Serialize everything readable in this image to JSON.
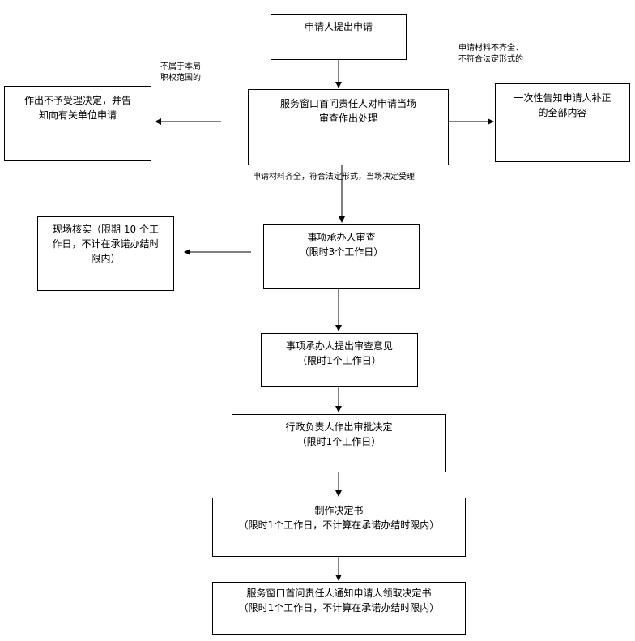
{
  "boxes": {
    "apply": "申请人提出申请",
    "window_review": [
      "服务窗口首问责任人对申请当场",
      "审查作出处理"
    ],
    "reject": [
      "作出不予受理决定，并告",
      "知向有关单位申请"
    ],
    "supplement": [
      "一次性告知申请人补正",
      "的全部内容"
    ],
    "staff_review": [
      "事项承办人审查",
      "（限时3个工作日）"
    ],
    "site_check": [
      "现场核实（限期 10 个工",
      "作日，不计在承诺办结时",
      "限内）"
    ],
    "staff_opinion": [
      "事项承办人提出审查意见",
      "（限时1个工作日）"
    ],
    "leader_decision": [
      "行政负责人作出审批决定",
      "（限时1个工作日）"
    ],
    "make_decision": [
      "制作决定书",
      "（限时1个工作日，不计算在承诺办结时限内）"
    ],
    "notify": [
      "服务窗口首问责任人通知申请人领取决定书",
      "（限时1个工作日，不计算在承诺办结时限内）"
    ]
  },
  "labels": {
    "not_in_scope": [
      "不属于本局",
      "职权范围的"
    ],
    "incomplete": [
      "申请材料不齐全、",
      "不符合法定形式的"
    ],
    "accepted": "申请材料齐全，符合法定形式，当场决定受理"
  }
}
